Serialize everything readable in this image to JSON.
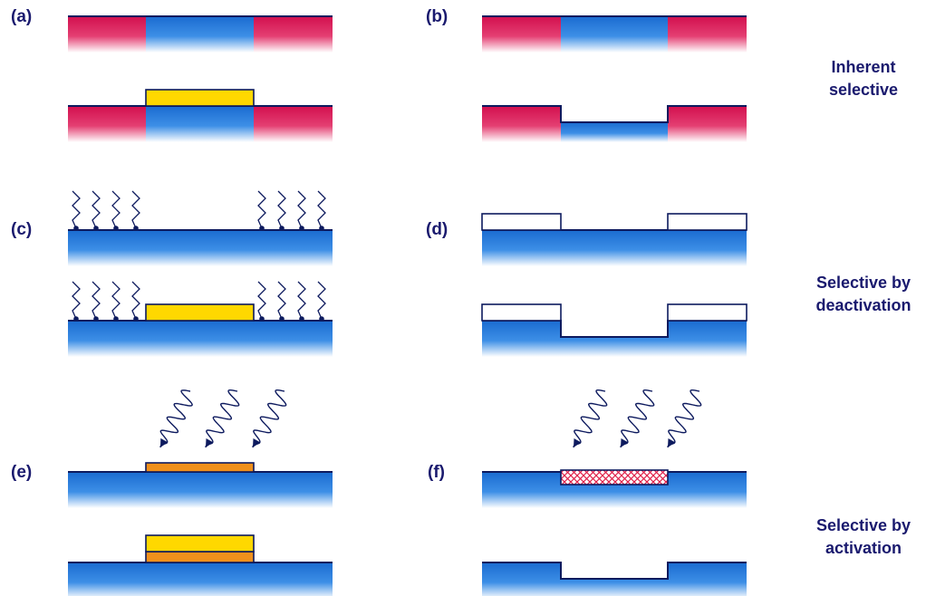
{
  "panels": {
    "a": "(a)",
    "b": "(b)",
    "c": "(c)",
    "d": "(d)",
    "e": "(e)",
    "f": "(f)"
  },
  "captions": {
    "inherent": {
      "line1": "Inherent",
      "line2": "selective"
    },
    "deactivation": {
      "line1": "Selective by",
      "line2": "deactivation"
    },
    "activation": {
      "line1": "Selective by",
      "line2": "activation"
    }
  },
  "colors": {
    "substrate_blue": "#1b70d0",
    "magenta": "#d2134f",
    "yellow_deposit": "#ffd800",
    "orange_layer": "#f0901c",
    "outline_navy": "#0d1a5e",
    "text_navy": "#1a1a6e",
    "hatch_pink": "#e0204a"
  },
  "icons": [
    "molecule-chain-icon",
    "light-wave-arrow-icon",
    "crosshatch-pattern"
  ]
}
